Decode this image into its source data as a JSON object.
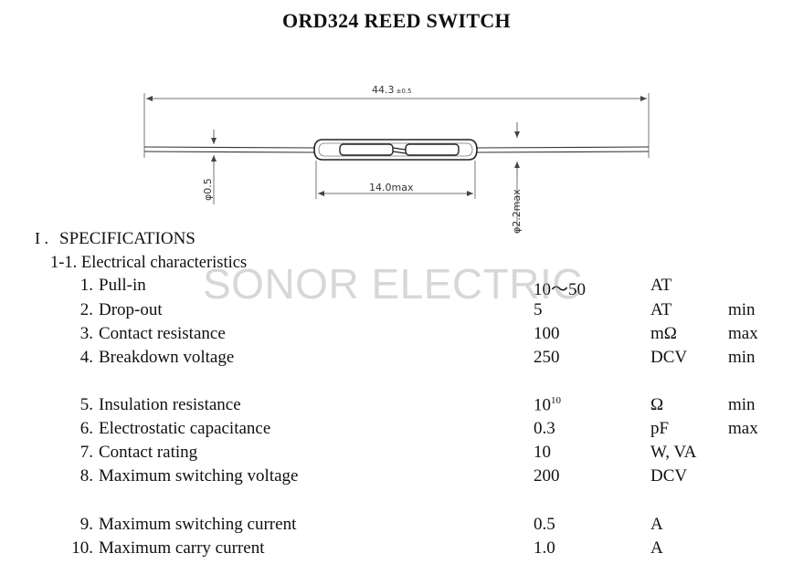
{
  "title": "ORD324 REED SWITCH",
  "drawing": {
    "overall_length": "44.3",
    "overall_tolerance": "±0.5",
    "lead_diameter": "φ0.5",
    "glass_length": "14.0max",
    "glass_diameter": "φ2.2max"
  },
  "section": {
    "number": "I .",
    "heading": "SPECIFICATIONS"
  },
  "subsection": "1-1. Electrical characteristics",
  "watermark": "SONOR ELECTRIC",
  "specs": [
    {
      "num": "1.",
      "label": "Pull-in",
      "value": "10～50",
      "unit": "AT",
      "limit": ""
    },
    {
      "num": "2.",
      "label": "Drop-out",
      "value": "5",
      "unit": "AT",
      "limit": "min"
    },
    {
      "num": "3.",
      "label": "Contact resistance",
      "value": "100",
      "unit": "mΩ",
      "limit": "max"
    },
    {
      "num": "4.",
      "label": "Breakdown voltage",
      "value": "250",
      "unit": "DCV",
      "limit": "min"
    },
    {
      "num": "5.",
      "label": "Insulation resistance",
      "value": "10",
      "value_exp": "10",
      "unit": "Ω",
      "limit": "min"
    },
    {
      "num": "6.",
      "label": "Electrostatic capacitance",
      "value": "0.3",
      "unit": "pF",
      "limit": "max"
    },
    {
      "num": "7.",
      "label": "Contact rating",
      "value": "10",
      "unit": "W, VA",
      "limit": ""
    },
    {
      "num": "8.",
      "label": "Maximum switching voltage",
      "value": "200",
      "unit": "DCV",
      "limit": ""
    },
    {
      "num": "9.",
      "label": "Maximum switching current",
      "value": "0.5",
      "unit": "A",
      "limit": ""
    },
    {
      "num": "10.",
      "label": "Maximum carry current",
      "value": "1.0",
      "unit": "A",
      "limit": ""
    }
  ]
}
